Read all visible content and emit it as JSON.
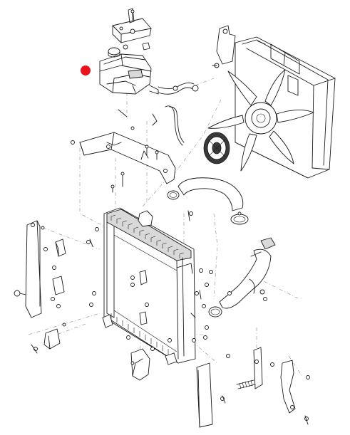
{
  "diagram": {
    "type": "exploded-parts-view",
    "highlight_color": "#e8131b",
    "line_color": "#1a1a1a",
    "background": "#ffffff",
    "callout_marker": {
      "shape": "filled-circle",
      "color": "#e8131b",
      "highlights": "coolant-expansion-tank"
    },
    "parts": [
      "coolant-expansion-tank",
      "tank-bracket",
      "radiator-cap",
      "upper-radiator-hose",
      "lower-radiator-hose",
      "radiator-core",
      "cooling-fan",
      "fan-shroud",
      "viscous-fan-clutch",
      "radiator-mounting-bracket",
      "side-baffle-left",
      "side-baffle-right",
      "hose-clamps",
      "fasteners"
    ]
  }
}
